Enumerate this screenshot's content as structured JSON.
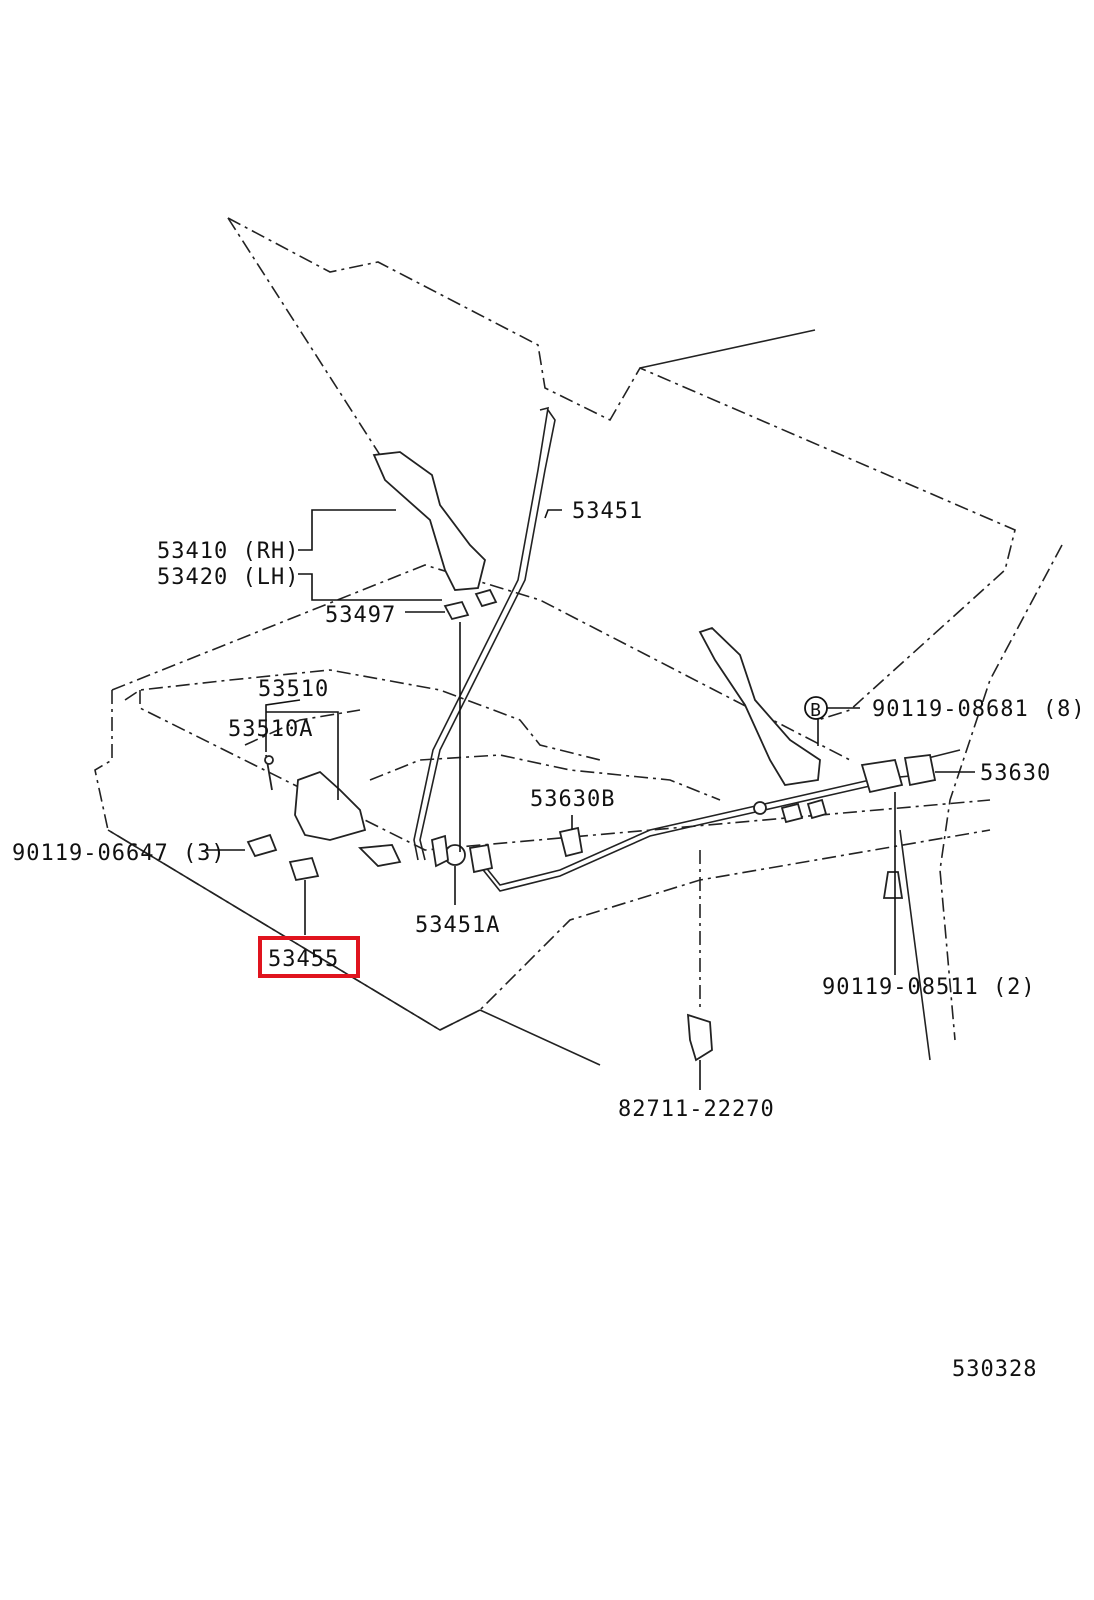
{
  "diagram": {
    "highlight_color": "#e0141e",
    "line_color": "#222222",
    "labels": {
      "p53451": "53451",
      "p53410": "53410 (RH)",
      "p53420": "53420 (LH)",
      "p53497": "53497",
      "p53510": "53510",
      "p53510A": "53510A",
      "p90119_08681": "90119-08681 (8)",
      "p53630": "53630",
      "p53630B": "53630B",
      "p90119_06647": "90119-06647 (3)",
      "p53451A": "53451A",
      "p53455": "53455",
      "p90119_08511": "90119-08511 (2)",
      "p82711_22270": "82711-22270",
      "bolt_marker": "B",
      "diagram_id": "530328"
    }
  }
}
